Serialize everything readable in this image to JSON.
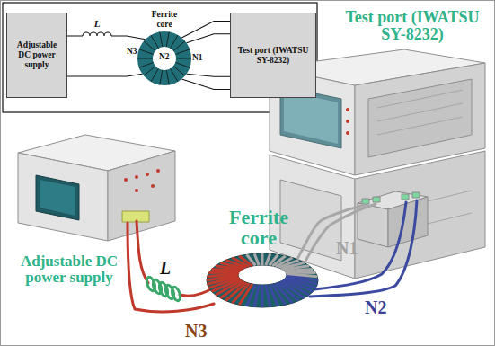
{
  "diagram": {
    "nodes": [
      {
        "text": [
          "Adjustable DC power supply"
        ]
      },
      {
        "text": [
          "Ferrite core"
        ]
      },
      {
        "text": [
          "Test port (IWATSU SY-8232)"
        ]
      }
    ],
    "edges": [
      {
        "from": 0,
        "to": 1,
        "arrow": "none",
        "label": "L"
      },
      {
        "from": 0,
        "to": 1,
        "arrow": "none"
      },
      {
        "from": 1,
        "to": 2,
        "arrow": "none"
      },
      {
        "from": 1,
        "to": 2,
        "arrow": "none"
      },
      {
        "from": 1,
        "to": 2,
        "arrow": "none"
      },
      {
        "from": 1,
        "to": 2,
        "arrow": "none"
      }
    ],
    "labels": [
      "N3",
      "N2",
      "N1",
      "Test port (IWATSU SY-8232)",
      "Ferrite core",
      "N1",
      "N2",
      "L",
      "Adjustable DC power supply",
      "N3"
    ]
  }
}
